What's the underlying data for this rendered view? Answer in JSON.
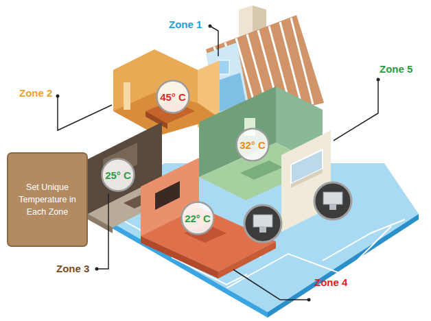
{
  "diagram": {
    "nodes": [
      {
        "text": [
          "45° C"
        ]
      },
      {
        "text": [
          "32° C"
        ]
      },
      {
        "text": [
          "Set Unique Temperature in Each Zone"
        ]
      },
      {
        "text": [
          "25° C"
        ]
      },
      {
        "text": [
          "22° C"
        ]
      }
    ],
    "labels": [
      "Zone 1",
      "Zone 5",
      "Zone 2",
      "Zone 3",
      "Zone 4"
    ]
  }
}
